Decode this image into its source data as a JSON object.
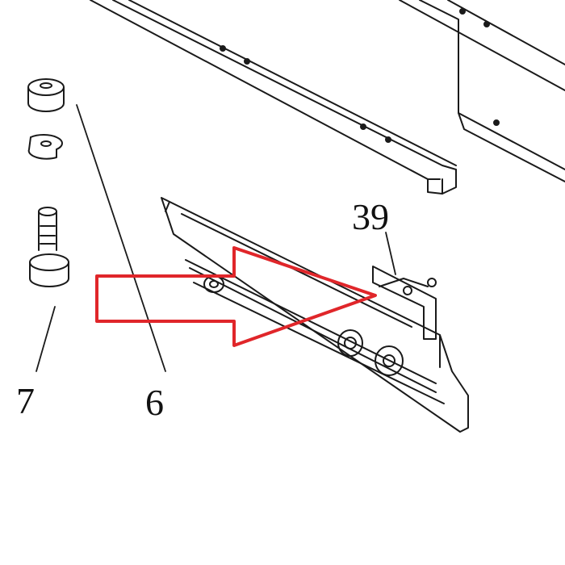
{
  "labels": {
    "part_39": "39",
    "part_7": "7",
    "part_6": "6"
  },
  "colors": {
    "line": "#1a1a1a",
    "arrow": "#e0262a",
    "background": "#ffffff"
  }
}
